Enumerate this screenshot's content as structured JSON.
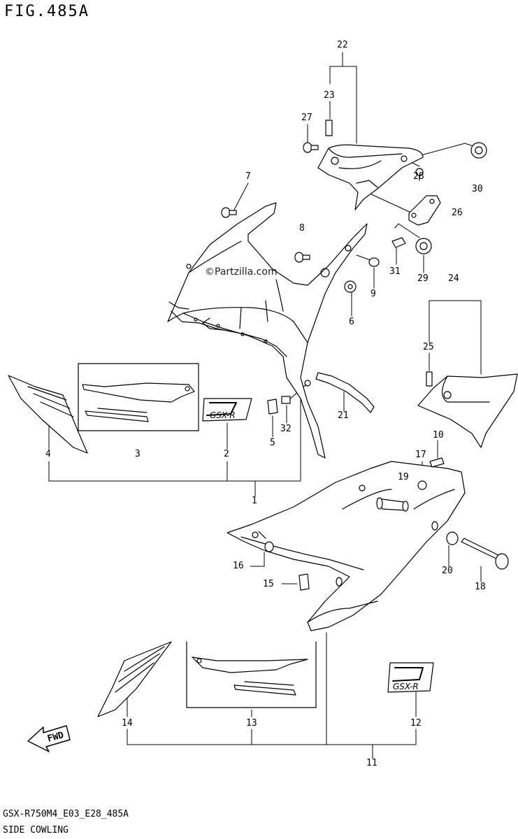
{
  "figure": {
    "title": "FIG.485A",
    "model_code": "GSX-R750M4_E03_E28_485A",
    "name": "SIDE COWLING"
  },
  "watermark": "©Partzilla.com",
  "fwd_badge": "FWD",
  "callouts": [
    {
      "id": "22",
      "label": "22"
    },
    {
      "id": "23",
      "label": "23"
    },
    {
      "id": "27",
      "label": "27"
    },
    {
      "id": "7",
      "label": "7"
    },
    {
      "id": "8",
      "label": "8"
    },
    {
      "id": "28",
      "label": "28"
    },
    {
      "id": "30",
      "label": "30"
    },
    {
      "id": "26",
      "label": "26"
    },
    {
      "id": "31",
      "label": "31"
    },
    {
      "id": "29",
      "label": "29"
    },
    {
      "id": "24",
      "label": "24"
    },
    {
      "id": "9",
      "label": "9"
    },
    {
      "id": "6",
      "label": "6"
    },
    {
      "id": "25",
      "label": "25"
    },
    {
      "id": "21",
      "label": "21"
    },
    {
      "id": "32",
      "label": "32"
    },
    {
      "id": "5",
      "label": "5"
    },
    {
      "id": "2",
      "label": "2"
    },
    {
      "id": "3",
      "label": "3"
    },
    {
      "id": "4",
      "label": "4"
    },
    {
      "id": "1",
      "label": "1"
    },
    {
      "id": "10",
      "label": "10"
    },
    {
      "id": "17",
      "label": "17"
    },
    {
      "id": "19",
      "label": "19"
    },
    {
      "id": "16",
      "label": "16"
    },
    {
      "id": "15",
      "label": "15"
    },
    {
      "id": "20",
      "label": "20"
    },
    {
      "id": "18",
      "label": "18"
    },
    {
      "id": "14",
      "label": "14"
    },
    {
      "id": "13",
      "label": "13"
    },
    {
      "id": "12",
      "label": "12"
    },
    {
      "id": "11",
      "label": "11"
    }
  ]
}
